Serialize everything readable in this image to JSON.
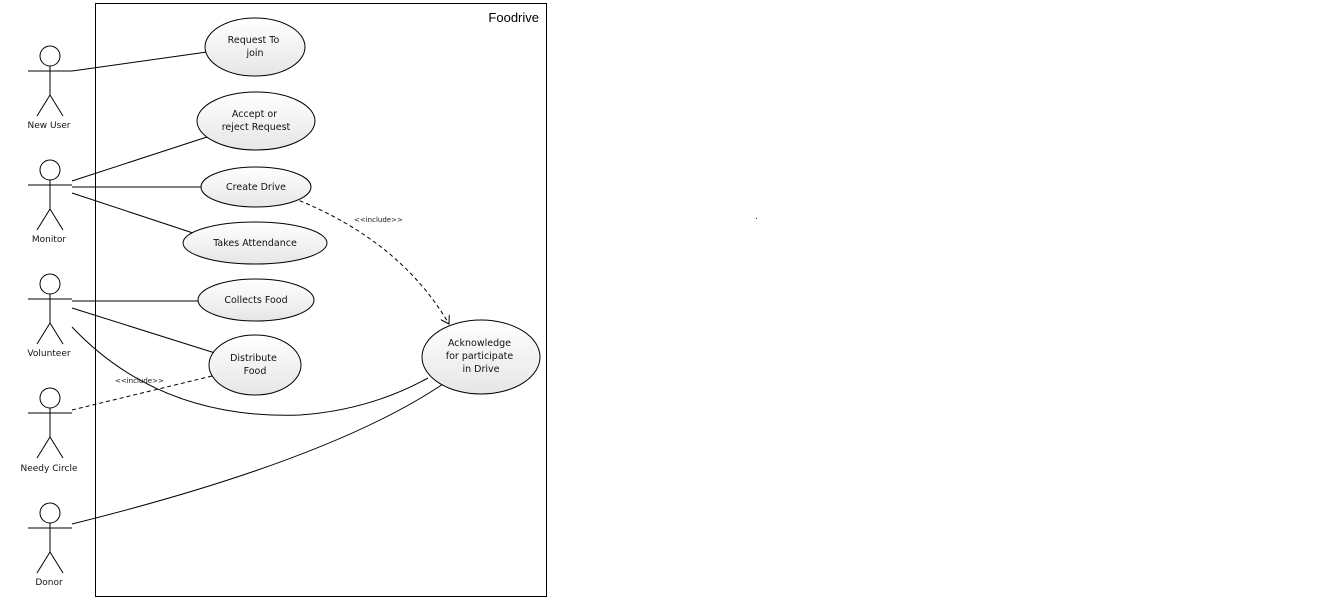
{
  "system": {
    "name": "Foodrive"
  },
  "actors": [
    {
      "id": "new-user",
      "name": "New User"
    },
    {
      "id": "monitor",
      "name": "Monitor"
    },
    {
      "id": "volunteer",
      "name": "Volunteer"
    },
    {
      "id": "needy-circle",
      "name": "Needy Circle"
    },
    {
      "id": "donor",
      "name": "Donor"
    }
  ],
  "use_cases": [
    {
      "id": "request-to-join",
      "lines": [
        "Request To",
        "join"
      ]
    },
    {
      "id": "accept-reject",
      "lines": [
        "Accept or",
        "reject Request"
      ]
    },
    {
      "id": "create-drive",
      "lines": [
        "Create Drive"
      ]
    },
    {
      "id": "takes-attendance",
      "lines": [
        "Takes Attendance"
      ]
    },
    {
      "id": "collects-food",
      "lines": [
        "Collects Food"
      ]
    },
    {
      "id": "distribute-food",
      "lines": [
        "Distribute",
        "Food"
      ]
    },
    {
      "id": "acknowledge",
      "lines": [
        "Acknowledge",
        "for participate",
        "in Drive"
      ]
    }
  ],
  "relations": {
    "include_1": "<<include>>",
    "include_2": "<<include>>"
  },
  "stray_mark": "."
}
